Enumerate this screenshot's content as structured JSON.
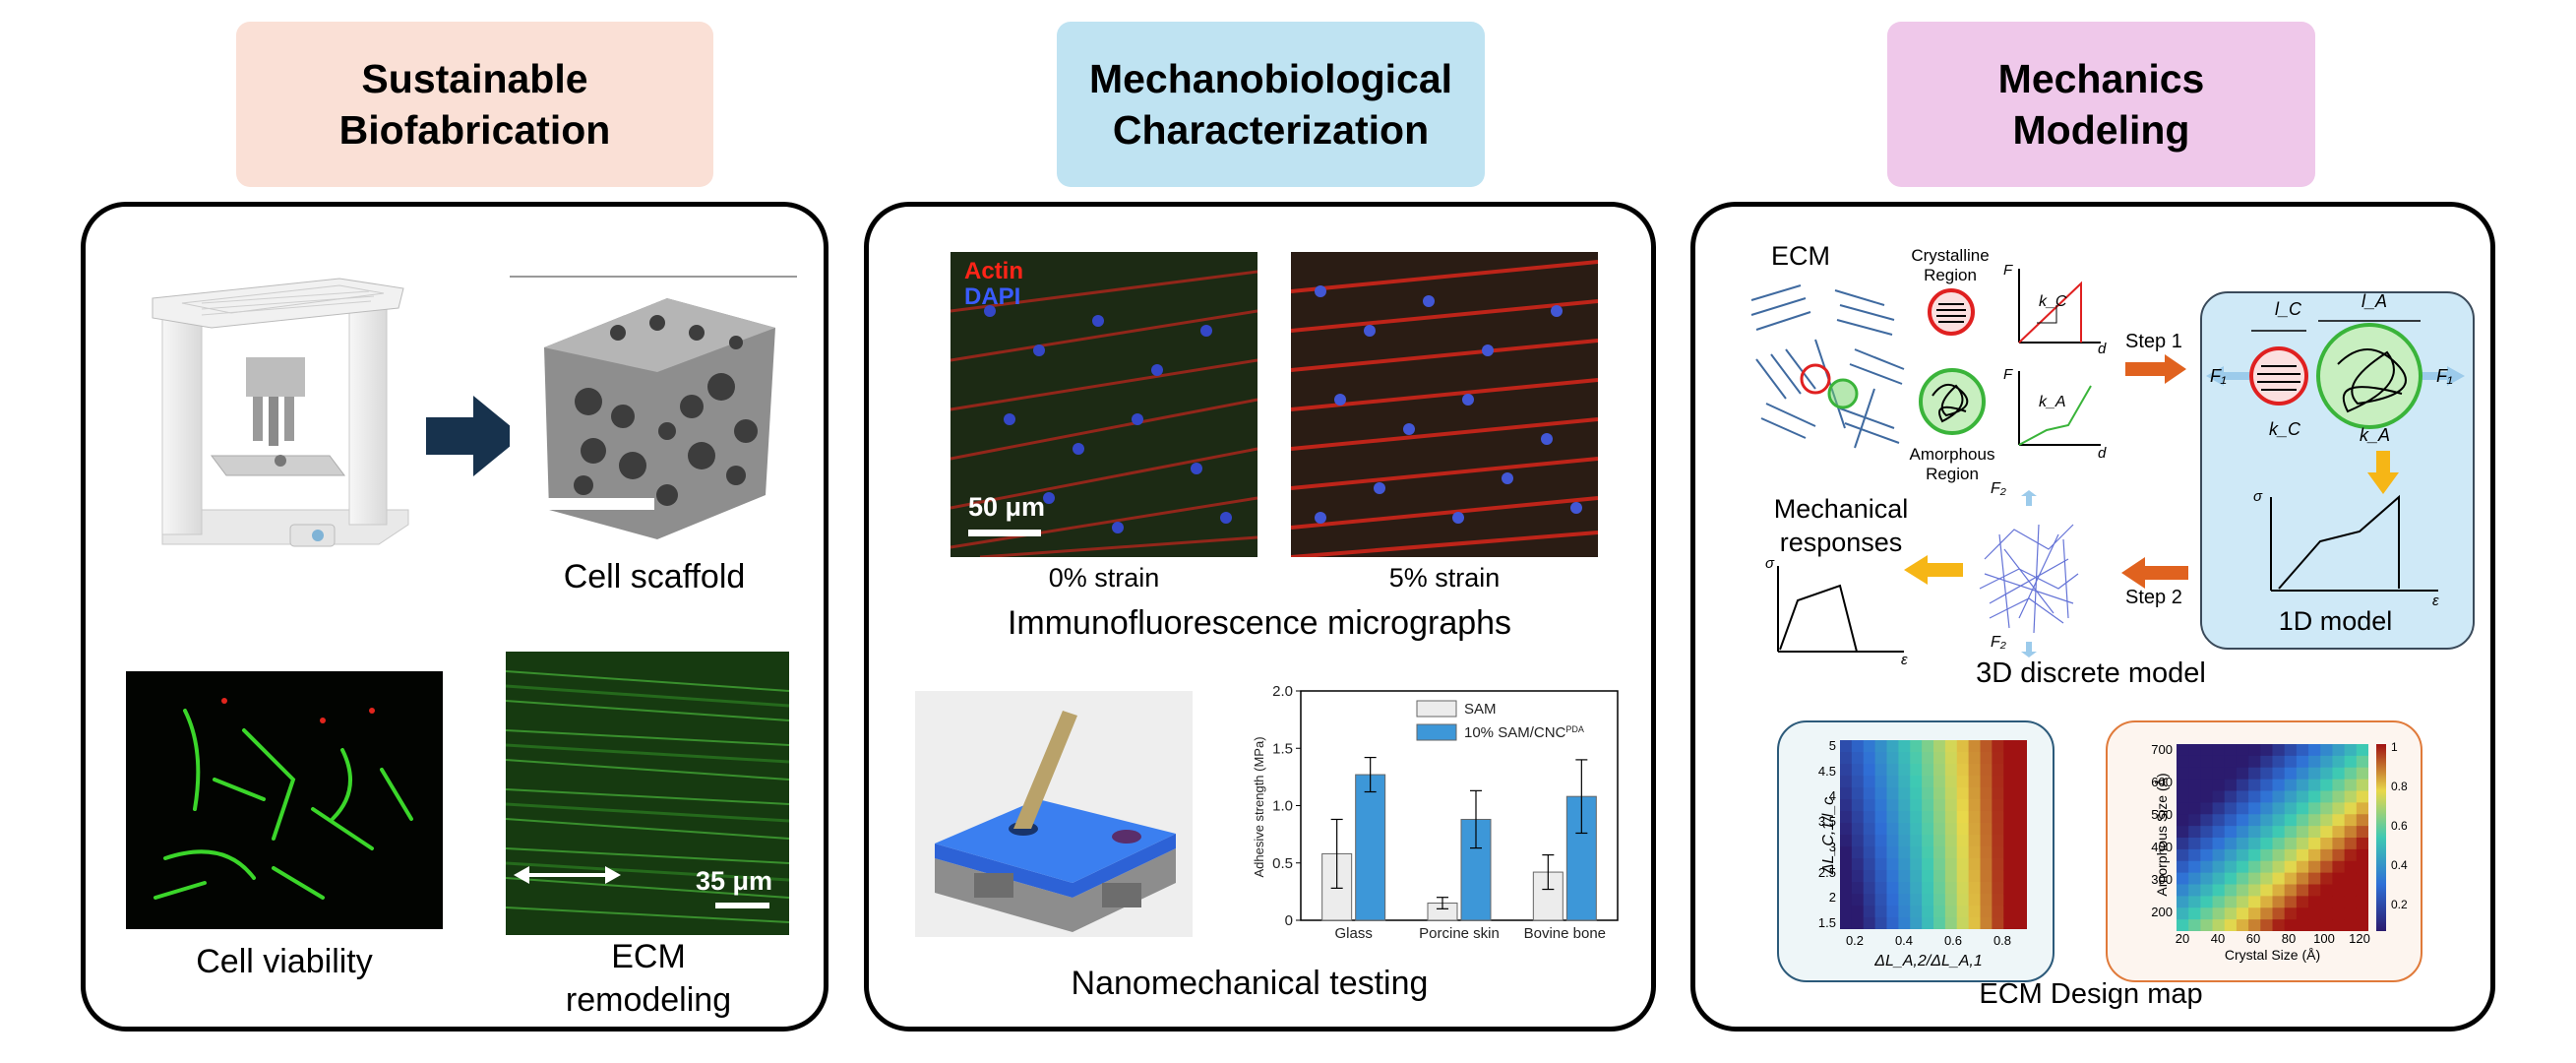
{
  "headers": {
    "biofab": "Sustainable\nBiofabrication",
    "mechanobio": "Mechanobiological\nCharacterization",
    "modeling": "Mechanics\nModeling"
  },
  "colors": {
    "biofab_header": "#fae0d6",
    "mechanobio_header": "#bfe3f2",
    "modeling_header": "#efc8ea",
    "arrow_navy": "#17324d",
    "arrow_orange": "#e0621f",
    "arrow_yellow": "#f6b616",
    "model_box": "#cfe9f7",
    "bar_blue": "#3d97d8"
  },
  "biofab": {
    "scaffold_caption": "Cell scaffold",
    "viability_caption": "Cell viability",
    "ecm_caption": "ECM\nremodeling",
    "scale_bar": "35 μm"
  },
  "mechanobio": {
    "legend_actin": "Actin",
    "legend_dapi": "DAPI",
    "scale_bar": "50 μm",
    "strain0": "0% strain",
    "strain5": "5% strain",
    "immuno_caption": "Immunofluorescence micrographs",
    "nano_caption": "Nanomechanical testing"
  },
  "modeling": {
    "ecm_label": "ECM",
    "crystalline": "Crystalline\nRegion",
    "amorphous": "Amorphous\nRegion",
    "step1": "Step 1",
    "step2": "Step 2",
    "mech_responses": "Mechanical\nresponses",
    "model_1d": "1D model",
    "model_3d": "3D discrete model",
    "design_map": "ECM Design map",
    "lbl_F": "F",
    "lbl_d": "d",
    "lbl_kC": "k_C",
    "lbl_kA": "k_A",
    "lbl_lC": "l_C",
    "lbl_lA": "l_A",
    "lbl_F1": "F₁",
    "lbl_F2": "F₂",
    "lbl_sigma": "σ",
    "lbl_eps": "ε",
    "map1_ylabel": "ΔL_C,1/l_c",
    "map1_xlabel": "ΔL_A,2/ΔL_A,1",
    "map2_ylabel": "Amorphous Size (Å)",
    "map2_xlabel": "Crystal Size (Å)",
    "map1_yticks": [
      "5",
      "4.5",
      "4",
      "3.5",
      "3",
      "2.5",
      "2",
      "1.5"
    ],
    "map1_xticks": [
      "0.2",
      "0.4",
      "0.6",
      "0.8"
    ],
    "map2_yticks": [
      "700",
      "600",
      "500",
      "400",
      "300",
      "200"
    ],
    "map2_xticks": [
      "20",
      "40",
      "60",
      "80",
      "100",
      "120"
    ],
    "cbar_ticks": [
      "1",
      "0.8",
      "0.6",
      "0.4",
      "0.2"
    ]
  },
  "chart_data": {
    "type": "bar",
    "categories": [
      "Glass",
      "Porcine skin",
      "Bovine bone"
    ],
    "series": [
      {
        "name": "SAM",
        "values": [
          0.58,
          0.15,
          0.42
        ],
        "errors": [
          0.3,
          0.05,
          0.15
        ],
        "color": "#ececec"
      },
      {
        "name": "10% SAM/CNCPDA",
        "values": [
          1.27,
          0.88,
          1.08
        ],
        "errors": [
          0.15,
          0.25,
          0.32
        ],
        "color": "#3d97d8"
      }
    ],
    "ylabel": "Adhesive strength (MPa)",
    "ylim": [
      0,
      2.0
    ],
    "yticks": [
      "0",
      "0.5",
      "1.0",
      "1.5",
      "2.0"
    ]
  }
}
